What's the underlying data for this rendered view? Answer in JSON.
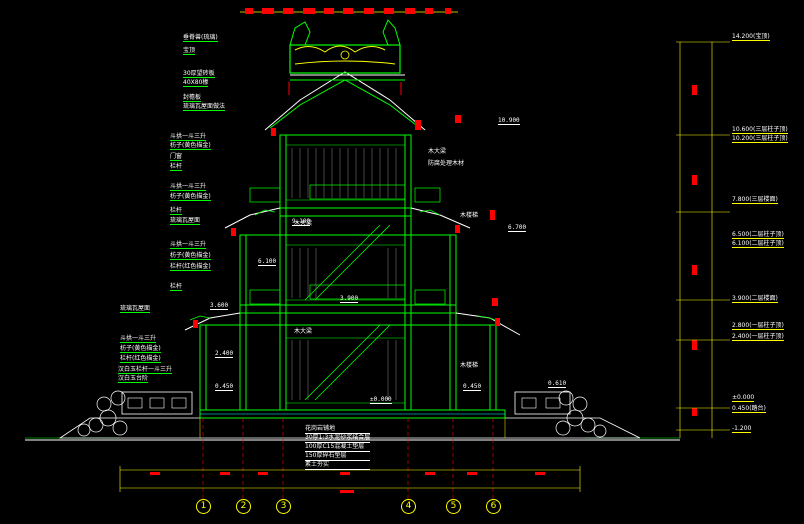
{
  "drawing": {
    "left_labels": [
      "垂脊兽(琉璃)",
      "宝顶",
      "30厚望砖板",
      "40X80椽",
      "封檐板",
      "琉璃瓦屋面做法",
      "斗拱一斗三升",
      "枋子(黄色描金)",
      "门窗",
      "栏杆",
      "斗拱一斗三升",
      "枋子(黄色描金)",
      "栏杆",
      "琉璃瓦屋面",
      "斗拱一斗三升",
      "枋子(黄色描金)",
      "栏杆(红色描金)",
      "栏杆",
      "琉璃瓦屋面",
      "斗拱一斗三升",
      "枋子(黄色描金)",
      "栏杆(红色描金)",
      "汉白玉栏杆一斗三升",
      "汉白玉台阶"
    ],
    "center_notes": [
      "木大梁",
      "防腐处理木材",
      "木大梁",
      "木楼梯",
      "木大梁",
      "木楼梯"
    ],
    "base_notes": [
      "花岗岩铺地",
      "30厚1:3水泥砂浆结合层",
      "100厚C15混凝土垫层",
      "150厚碎石垫层",
      "素土夯实"
    ],
    "inner_levels": [
      "10.900",
      "9.100",
      "6.700",
      "6.100",
      "3.900",
      "3.600",
      "2.400",
      "0.450",
      "±0.000",
      "0.610",
      "0.450"
    ],
    "right_levels": [
      {
        "value": "14.200",
        "note": "(宝顶)"
      },
      {
        "value": "10.600",
        "note": "(三层柱子顶)"
      },
      {
        "value": "10.200",
        "note": "(三层柱子顶)"
      },
      {
        "value": "7.800",
        "note": "(三层楼面)"
      },
      {
        "value": "6.500",
        "note": "(二层柱子顶)"
      },
      {
        "value": "6.100",
        "note": "(二层柱子顶)"
      },
      {
        "value": "3.900",
        "note": "(二层楼面)"
      },
      {
        "value": "2.800",
        "note": "(一层柱子顶)"
      },
      {
        "value": "2.400",
        "note": "(一层柱子顶)"
      },
      {
        "value": "±0.000",
        "note": ""
      },
      {
        "value": "0.450",
        "note": "(踏台)"
      },
      {
        "value": "-1.200",
        "note": ""
      }
    ],
    "axes": [
      "1",
      "2",
      "3",
      "4",
      "5",
      "6"
    ],
    "colors": {
      "background": "#000000",
      "structure": "#00ff00",
      "dimension": "#ffff00",
      "accent": "#ff0000",
      "label": "#ffffff",
      "cyan": "#00ffff"
    }
  }
}
